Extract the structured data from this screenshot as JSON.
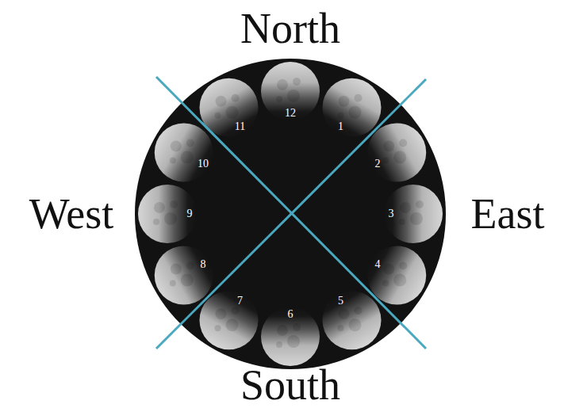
{
  "diagram": {
    "labels": [
      "North",
      "12",
      "1",
      "2",
      "3",
      "4",
      "5",
      "6",
      "7",
      "8",
      "9",
      "10",
      "11",
      "West",
      "East",
      "South"
    ]
  }
}
